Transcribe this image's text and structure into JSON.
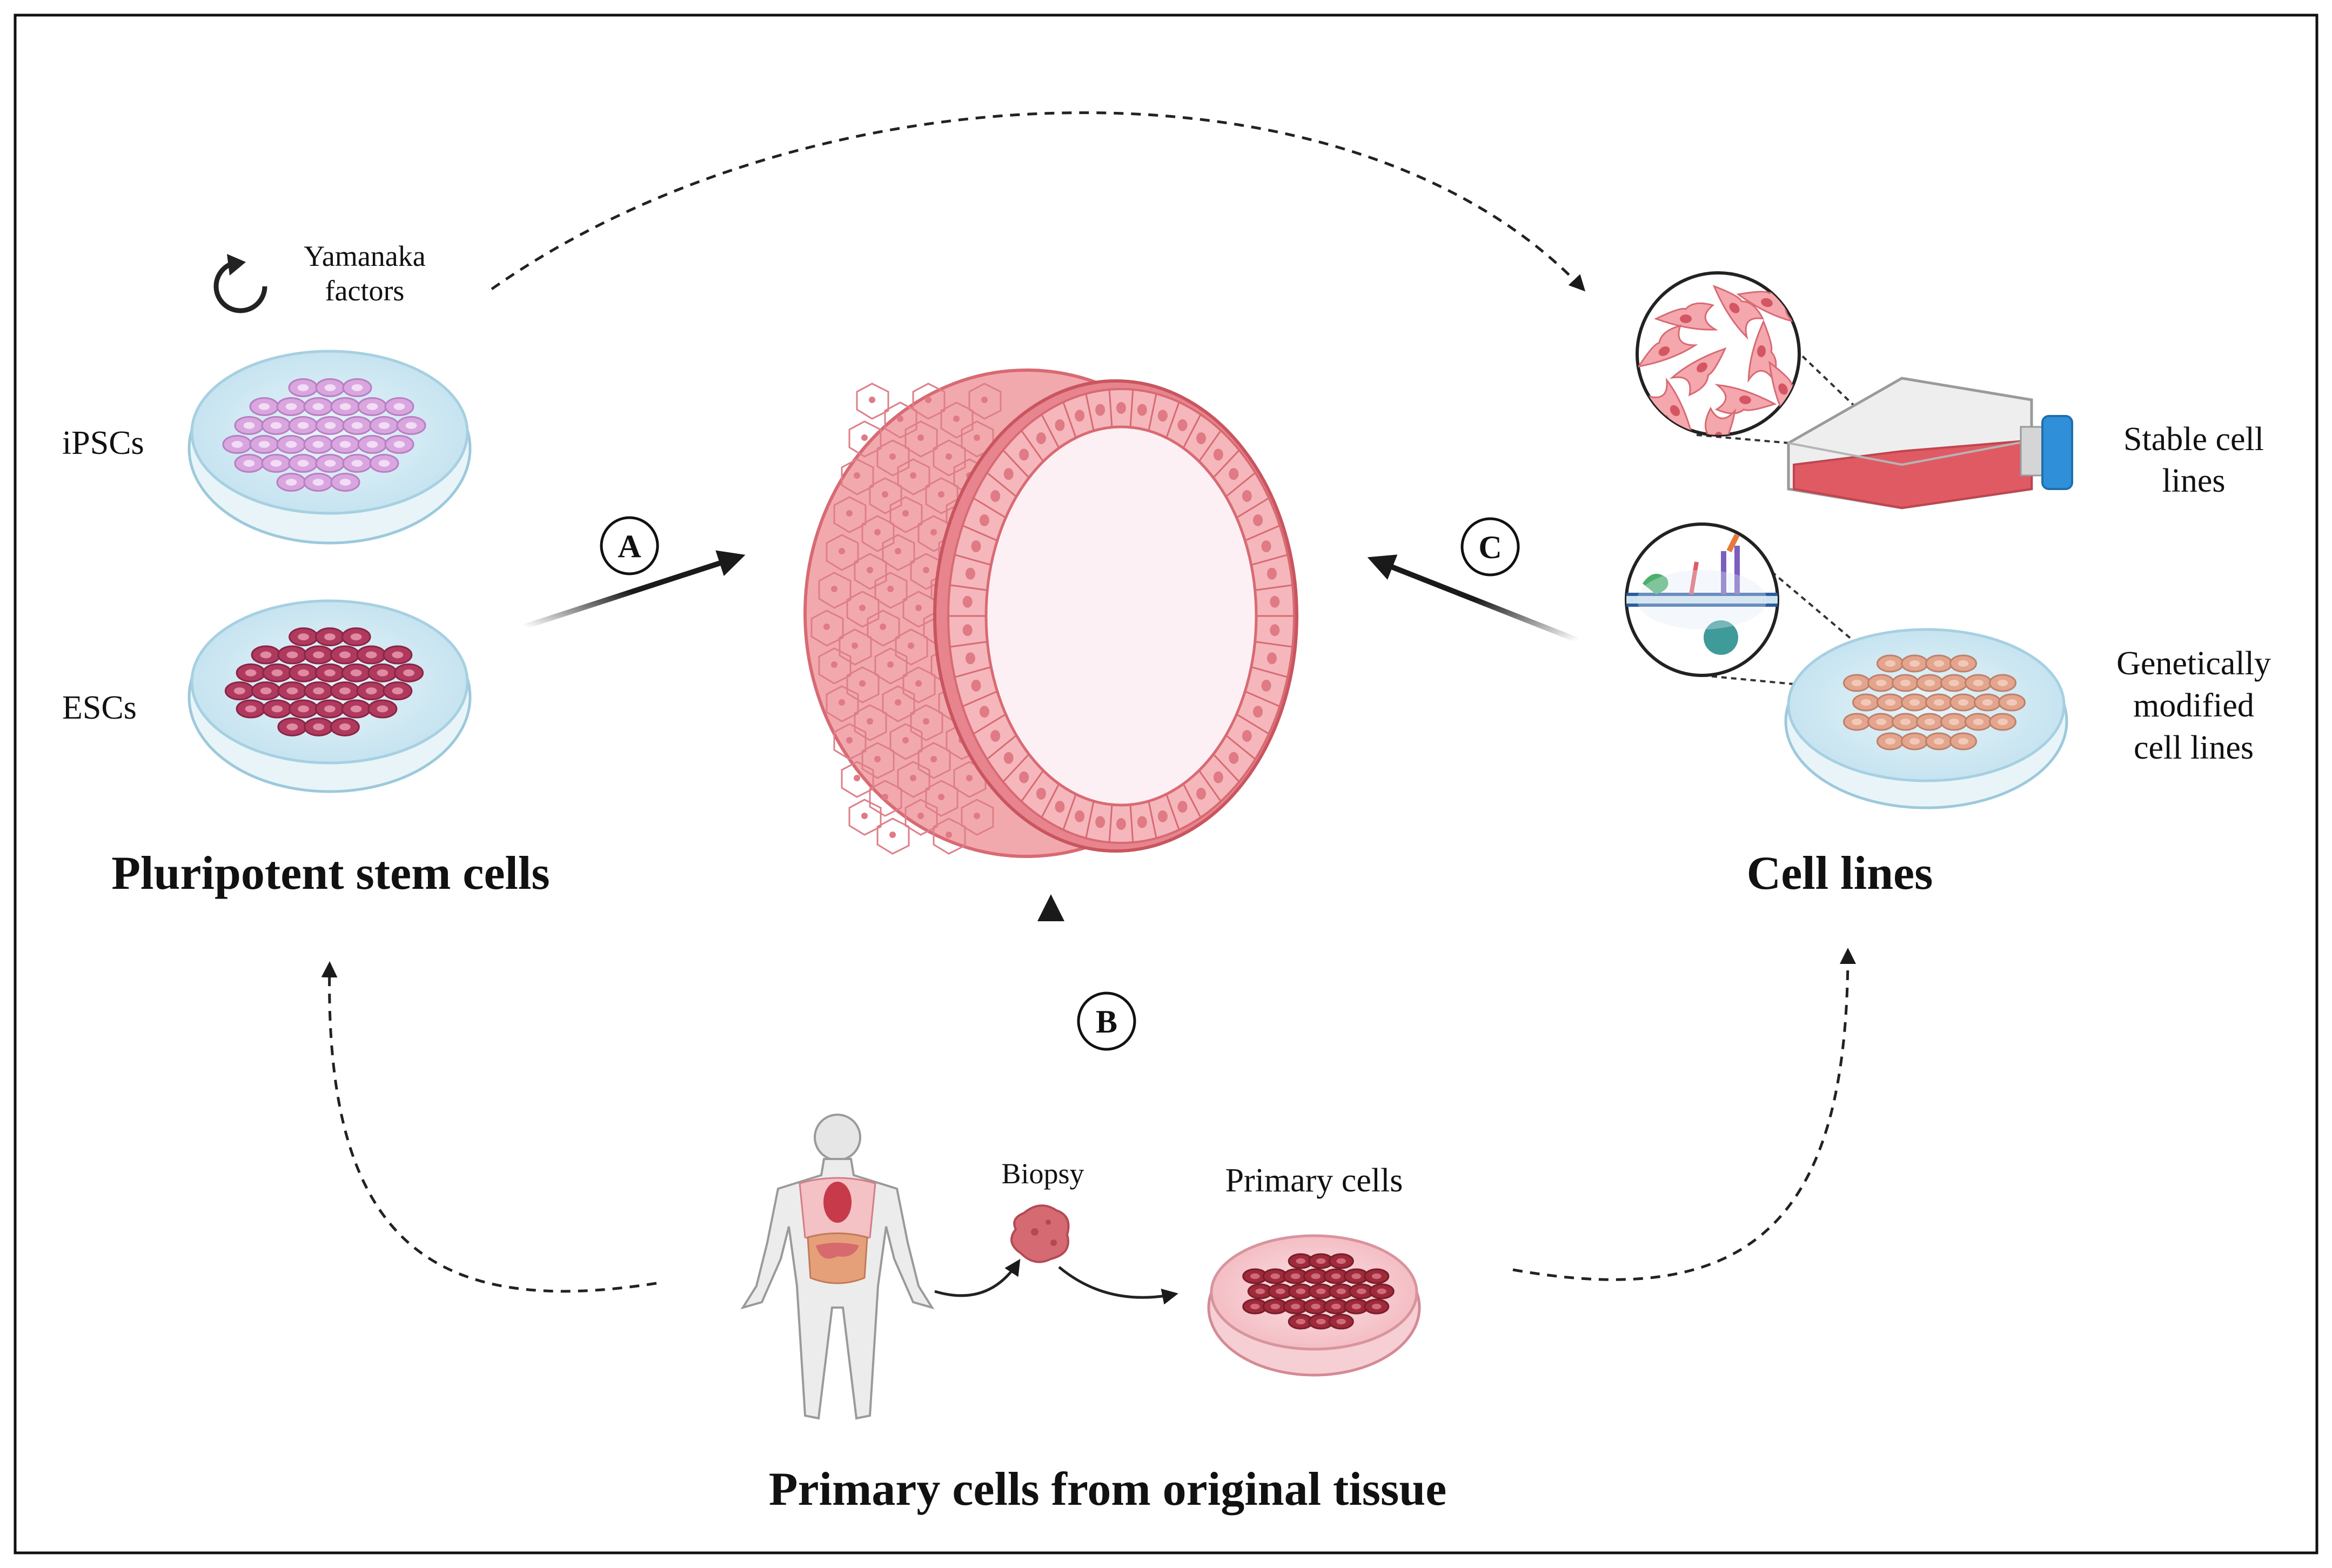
{
  "title": "",
  "groups": {
    "pluripotent": {
      "label": "Pluripotent stem cells"
    },
    "cell_lines": {
      "label": "Cell lines"
    },
    "primary": {
      "label": "Primary cells from original tissue"
    }
  },
  "labels": {
    "yamanaka_line1": "Yamanaka",
    "yamanaka_line2": "factors",
    "ipscs": "iPSCs",
    "escs": "ESCs",
    "stable_line1": "Stable cell",
    "stable_line2": "lines",
    "gm_line1": "Genetically",
    "gm_line2": "modified",
    "gm_line3": "cell lines",
    "biopsy": "Biopsy",
    "primary_cells": "Primary cells"
  },
  "routes": {
    "a": "A",
    "b": "B",
    "c": "C"
  },
  "colors": {
    "organoid_outer": "#f2a9ad",
    "organoid_edge": "#d86a73",
    "organoid_lumen": "#fdf0f4",
    "ipsc_cell": "#d9a6df",
    "esc_cell": "#b03a5e",
    "primary_cell": "#9e2a3a",
    "gm_cell": "#e3a58d",
    "dish_blue": "#cfe8f2",
    "dish_pink": "#f6c6cc",
    "flask_media": "#e05a64",
    "flask_cap": "#2f8fd8"
  }
}
